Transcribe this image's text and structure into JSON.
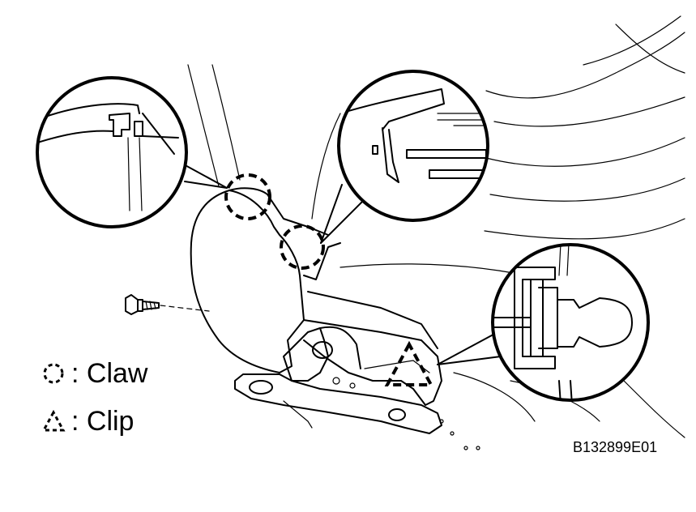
{
  "legend": {
    "claw_label": ": Claw",
    "clip_label": ": Clip"
  },
  "figure_code": "B132899E01"
}
